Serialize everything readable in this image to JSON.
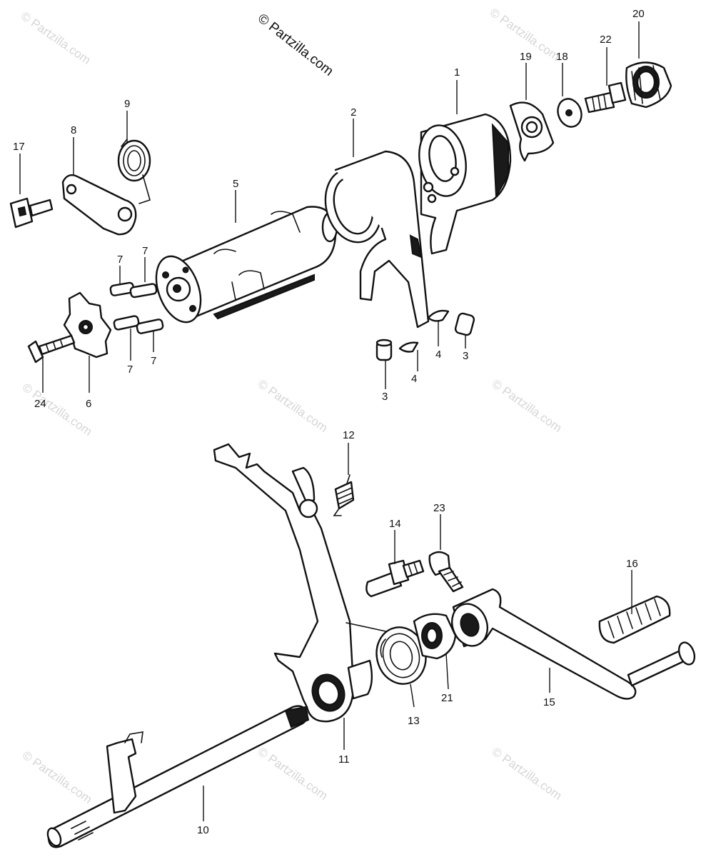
{
  "copyright": "© Partzilla.com",
  "watermark": "© Partzilla.com",
  "callouts": {
    "c1": "1",
    "c2": "2",
    "c3a": "3",
    "c3b": "3",
    "c4a": "4",
    "c4b": "4",
    "c5": "5",
    "c6": "6",
    "c7a": "7",
    "c7b": "7",
    "c7c": "7",
    "c7d": "7",
    "c8": "8",
    "c9": "9",
    "c10": "10",
    "c11": "11",
    "c12": "12",
    "c13": "13",
    "c14": "14",
    "c15": "15",
    "c16": "16",
    "c17": "17",
    "c18": "18",
    "c19": "19",
    "c20": "20",
    "c21": "21",
    "c22": "22",
    "c23": "23",
    "c24": "24"
  }
}
